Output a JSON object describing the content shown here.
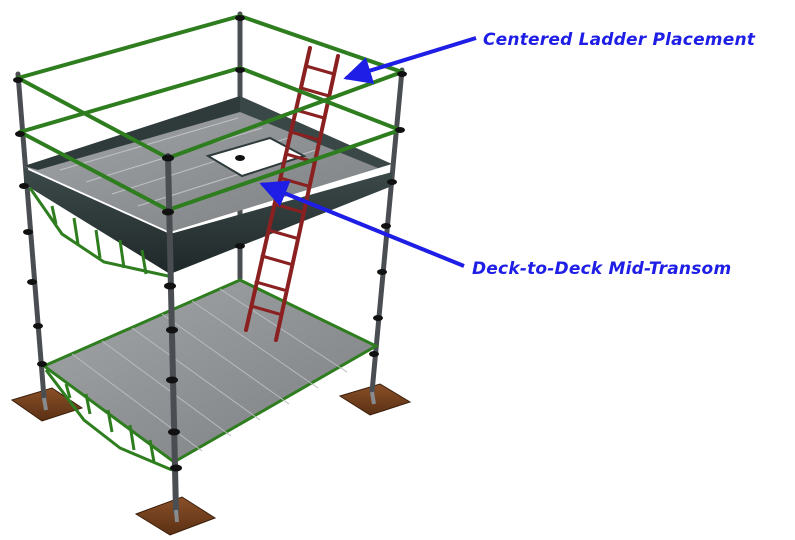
{
  "diagram": {
    "subject": "two-level mobile scaffold tower",
    "colors": {
      "guardrail": "#2e7d1e",
      "post": "#4a4e52",
      "deck": "#8c8f92",
      "deck_edge": "#2f3b3b",
      "ladder": "#8a2020",
      "base_pad": "#7a4420",
      "callout": "#1e1ee6"
    },
    "callouts": [
      {
        "id": "ladder",
        "label": "Centered Ladder Placement"
      },
      {
        "id": "transom",
        "label": "Deck-to-Deck Mid-Transom"
      }
    ]
  }
}
